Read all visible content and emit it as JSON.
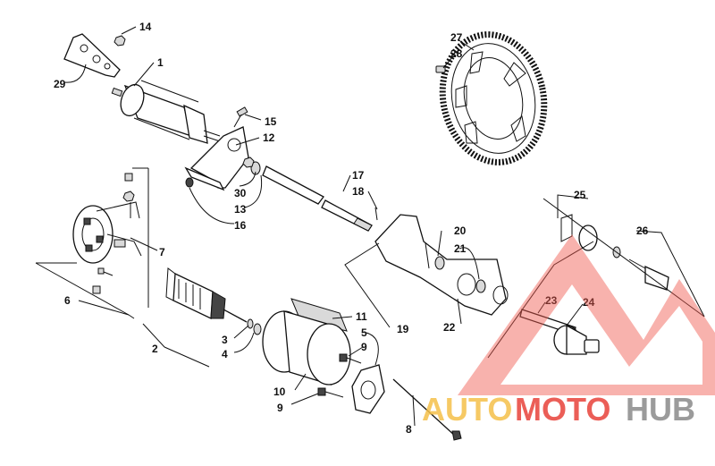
{
  "diagram": {
    "callouts": [
      {
        "id": "c14",
        "text": "14"
      },
      {
        "id": "c1",
        "text": "1"
      },
      {
        "id": "c29",
        "text": "29"
      },
      {
        "id": "c15",
        "text": "15"
      },
      {
        "id": "c12",
        "text": "12"
      },
      {
        "id": "c30",
        "text": "30"
      },
      {
        "id": "c13",
        "text": "13"
      },
      {
        "id": "c16",
        "text": "16"
      },
      {
        "id": "c7",
        "text": "7"
      },
      {
        "id": "c6",
        "text": "6"
      },
      {
        "id": "c2",
        "text": "2"
      },
      {
        "id": "c3",
        "text": "3"
      },
      {
        "id": "c4",
        "text": "4"
      },
      {
        "id": "c11",
        "text": "11"
      },
      {
        "id": "c5",
        "text": "5"
      },
      {
        "id": "c9a",
        "text": "9"
      },
      {
        "id": "c10",
        "text": "10"
      },
      {
        "id": "c9b",
        "text": "9"
      },
      {
        "id": "c8",
        "text": "8"
      },
      {
        "id": "c17",
        "text": "17"
      },
      {
        "id": "c18",
        "text": "18"
      },
      {
        "id": "c20",
        "text": "20"
      },
      {
        "id": "c21",
        "text": "21"
      },
      {
        "id": "c19",
        "text": "19"
      },
      {
        "id": "c22",
        "text": "22"
      },
      {
        "id": "c23",
        "text": "23"
      },
      {
        "id": "c24",
        "text": "24"
      },
      {
        "id": "c25",
        "text": "25"
      },
      {
        "id": "c26",
        "text": "26"
      },
      {
        "id": "c27",
        "text": "27"
      },
      {
        "id": "c28",
        "text": "28"
      }
    ]
  },
  "watermark": {
    "part1": "AUTO",
    "part2": "MOTO",
    "part3": "HUB",
    "colors": {
      "auto": "#f5c04a",
      "moto": "#e8423a",
      "hub": "#8a8a8a",
      "triangle": "#ef5a4e"
    }
  }
}
